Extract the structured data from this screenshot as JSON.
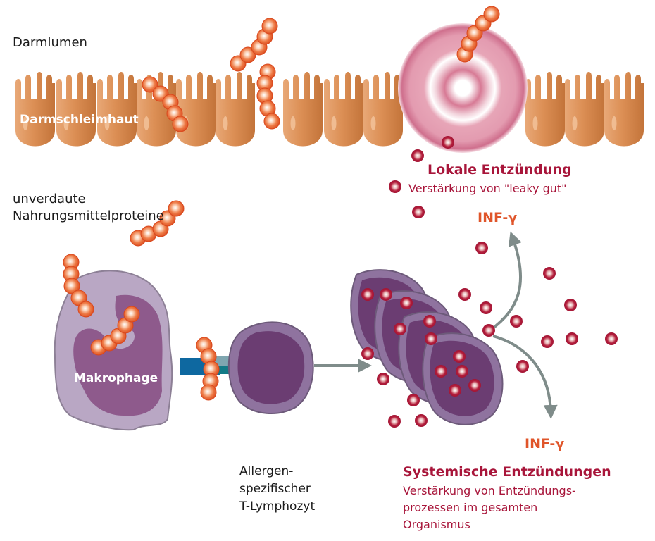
{
  "labels": {
    "lumen": "Darmlumen",
    "mucosa": "Darmschleimhaut",
    "proteins_line1": "unverdaute",
    "proteins_line2": "Nahrungsmittelproteine",
    "macrophage": "Makrophage",
    "tcell_line1": "Allergen-",
    "tcell_line2": "spezifischer",
    "tcell_line3": "T-Lymphozyt",
    "inf_top": "INF-γ",
    "inf_bottom": "INF-γ"
  },
  "local_inflammation": {
    "title": "Lokale Entzündung",
    "subtitle": "Verstärkung von \"leaky gut\""
  },
  "systemic_inflammation": {
    "title": "Systemische Entzündungen",
    "line1": "Verstärkung von Entzündungs-",
    "line2": "prozessen im gesamten",
    "line3": "Organismus"
  },
  "colors": {
    "epithelium": "#d98a4f",
    "protein_bead": "#e8552a",
    "cytokine": "#a8153a",
    "macrophage_outer": "#b9a7c4",
    "macrophage_inner": "#8e5a8c",
    "tcell_outer": "#8f739f",
    "tcell_inner": "#6b3d72",
    "receptor_blue": "#0e68a0",
    "receptor_teal": "#7fa6b0",
    "arrow": "#7f8c8a",
    "inflammation_ring": "#c8456a"
  }
}
